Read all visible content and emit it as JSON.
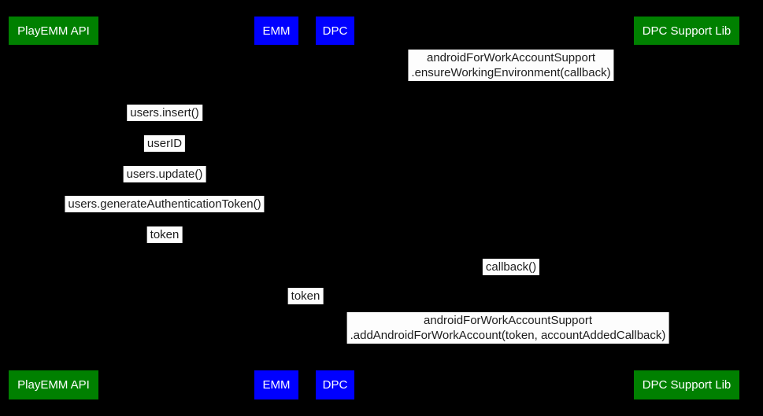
{
  "diagram": {
    "type": "sequence"
  },
  "colors": {
    "background": "#000000",
    "actor_green": "#008000",
    "actor_blue": "#0000ff",
    "label_bg": "#fdfdfd",
    "label_text": "#1d1d1d"
  },
  "actors": {
    "playemm_api": "PlayEMM API",
    "emm": "EMM",
    "dpc": "DPC",
    "dpc_support_lib": "DPC Support Lib"
  },
  "messages": [
    {
      "lines": [
        "androidForWorkAccountSupport",
        ".ensureWorkingEnvironment(callback)"
      ]
    },
    {
      "lines": [
        "users.insert()"
      ]
    },
    {
      "lines": [
        "userID"
      ]
    },
    {
      "lines": [
        "users.update()"
      ]
    },
    {
      "lines": [
        "users.generateAuthenticationToken()"
      ]
    },
    {
      "lines": [
        "token"
      ]
    },
    {
      "lines": [
        "callback()"
      ]
    },
    {
      "lines": [
        "token"
      ]
    },
    {
      "lines": [
        "androidForWorkAccountSupport",
        ".addAndroidForWorkAccount(token, accountAddedCallback)"
      ]
    }
  ]
}
